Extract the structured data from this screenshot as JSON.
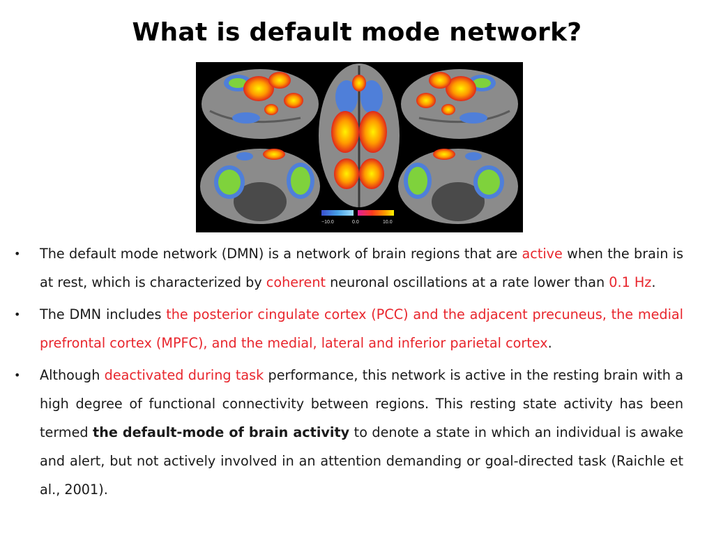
{
  "title": "What is default mode network?",
  "figure": {
    "colorbar": {
      "min_label": "−10.0",
      "mid_label": "0.0",
      "max_label": "10.0"
    }
  },
  "bullets": [
    {
      "segments": [
        {
          "text": "The default mode network (DMN) is a network of brain regions that are ",
          "style": "normal"
        },
        {
          "text": "active",
          "style": "red"
        },
        {
          "text": " when the brain is at rest, which is characterized by ",
          "style": "normal"
        },
        {
          "text": "coherent",
          "style": "red"
        },
        {
          "text": " neuronal oscillations at a rate lower than ",
          "style": "normal"
        },
        {
          "text": "0.1 Hz",
          "style": "red"
        },
        {
          "text": ".",
          "style": "normal"
        }
      ]
    },
    {
      "segments": [
        {
          "text": "The DMN includes ",
          "style": "normal"
        },
        {
          "text": "the posterior cingulate cortex (PCC) and the adjacent precuneus, the medial prefrontal cortex (MPFC), and the medial, lateral and inferior parietal cortex",
          "style": "red"
        },
        {
          "text": ".",
          "style": "normal"
        }
      ]
    },
    {
      "segments": [
        {
          "text": "Although ",
          "style": "normal"
        },
        {
          "text": "deactivated during task",
          "style": "red"
        },
        {
          "text": " performance, this network is active in the resting brain with a high degree of functional connectivity between regions. This resting state activity has been termed ",
          "style": "normal"
        },
        {
          "text": "the default-mode of brain activity",
          "style": "bold"
        },
        {
          "text": " to denote a state in which an individual is awake and alert, but not actively involved in an attention demanding or goal-directed task (Raichle et al., 2001).",
          "style": "normal"
        }
      ]
    }
  ],
  "colors": {
    "highlight": "#e8262d",
    "text": "#1a1a1a",
    "figure_background": "#000000",
    "cortex": "#8a8a8a",
    "activation_high": "#fff200",
    "activation_mid": "#ff6a00",
    "activation_low": "#d61e1e",
    "deactivation": "#4f7fd9",
    "deactivation_fill": "#7fd23c"
  }
}
